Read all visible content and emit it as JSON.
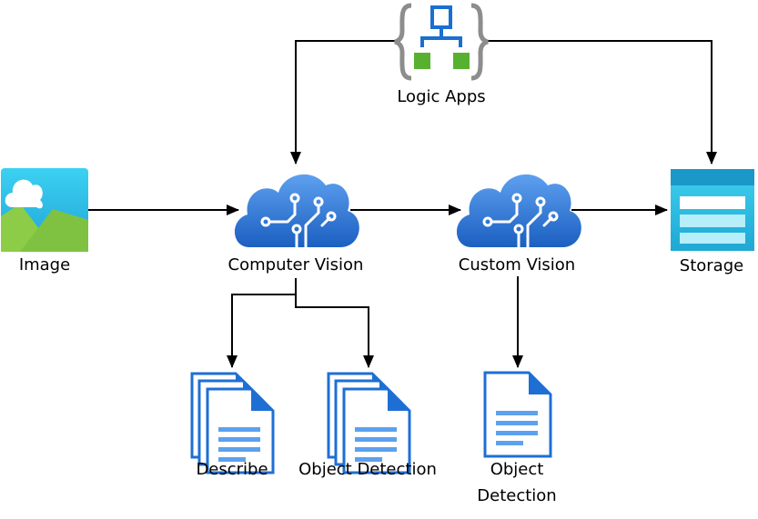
{
  "nodes": {
    "logic_apps": "Logic Apps",
    "image": "Image",
    "computer_vision": "Computer Vision",
    "custom_vision": "Custom Vision",
    "storage": "Storage",
    "describe": "Describe",
    "cv_object_detection": "Object Detection",
    "custom_object_detection_line1": "Object",
    "custom_object_detection_line2": "Detection"
  },
  "colors": {
    "connector": "#000000",
    "cloud_blue": "#2b7bd6",
    "doc_blue": "#1e6fd4",
    "storage_teal": "#32b8e0",
    "image_green": "#7fc242",
    "logic_green": "#58b030",
    "logic_bracket_gray": "#8d8d8d"
  }
}
